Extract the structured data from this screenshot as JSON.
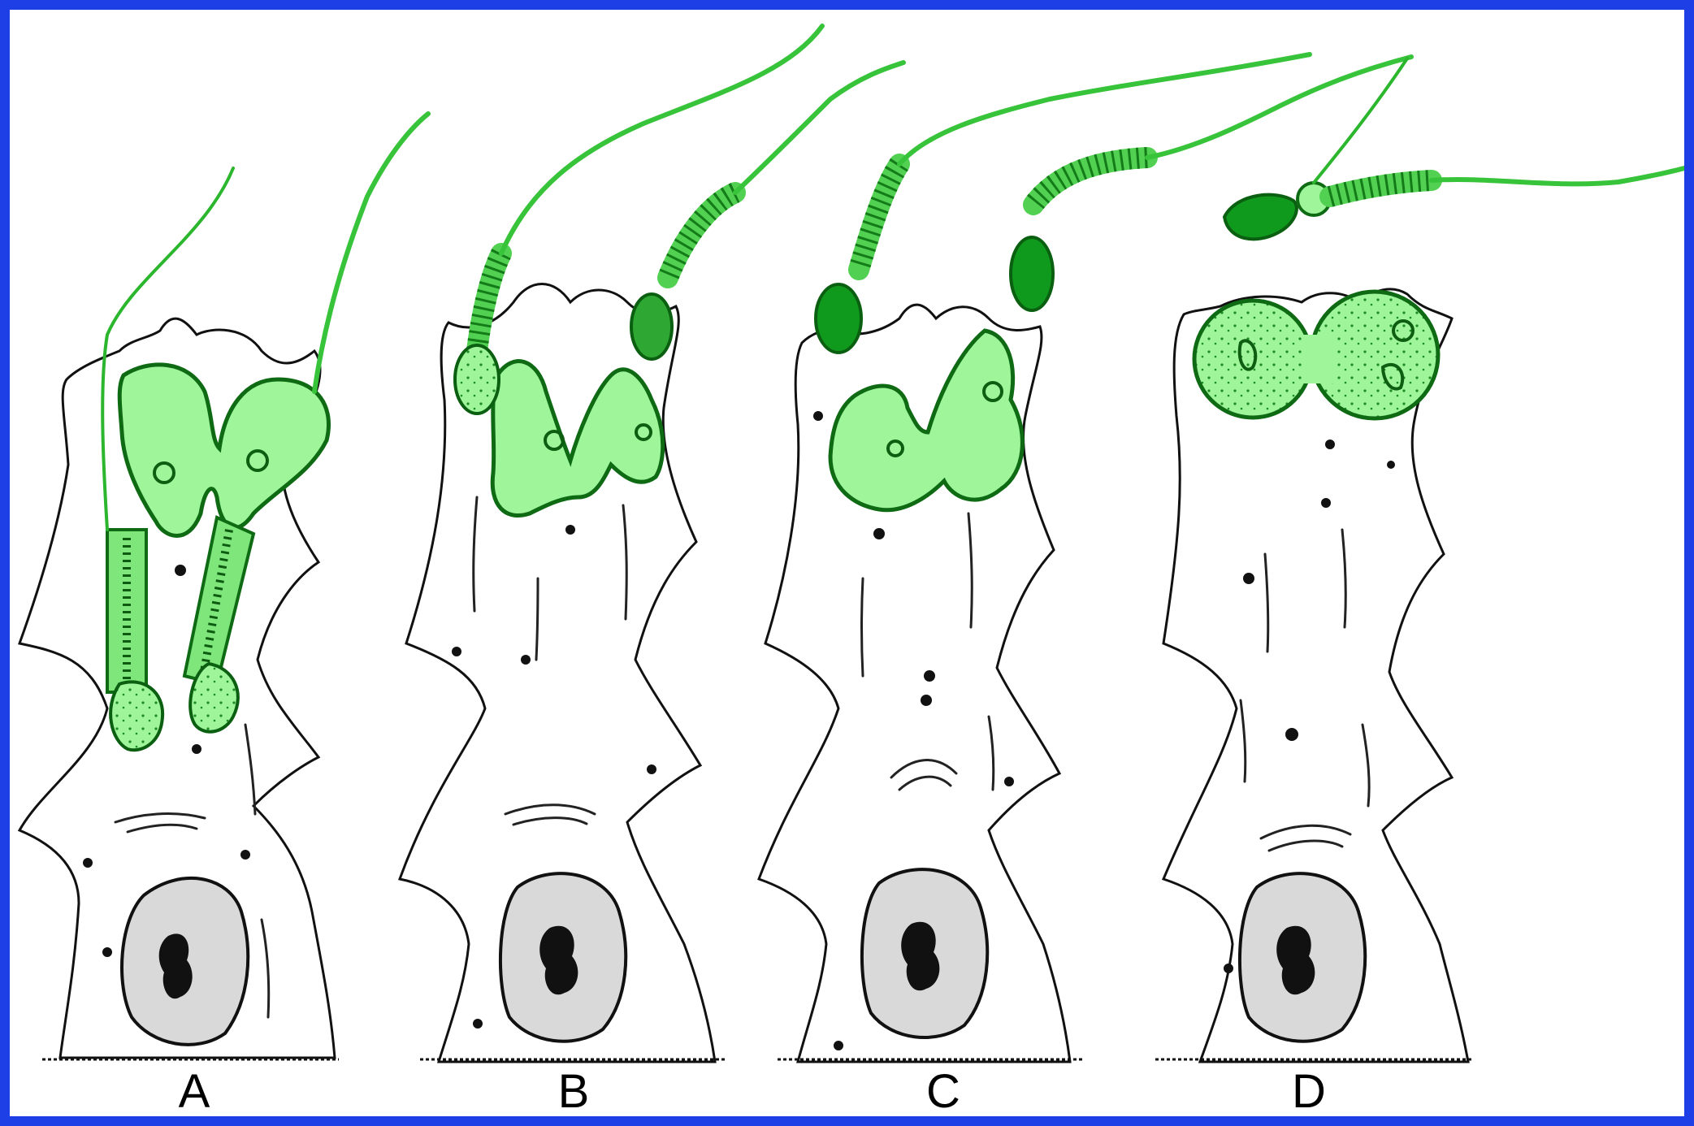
{
  "panels": [
    {
      "id": "A",
      "label": "A"
    },
    {
      "id": "B",
      "label": "B"
    },
    {
      "id": "C",
      "label": "C"
    },
    {
      "id": "D",
      "label": "D"
    }
  ],
  "colors": {
    "border": "#1f3fe6",
    "spermatid_light": "#9ef59a",
    "spermatid_dark": "#0f8b1b",
    "flagellum": "#38c43a"
  }
}
